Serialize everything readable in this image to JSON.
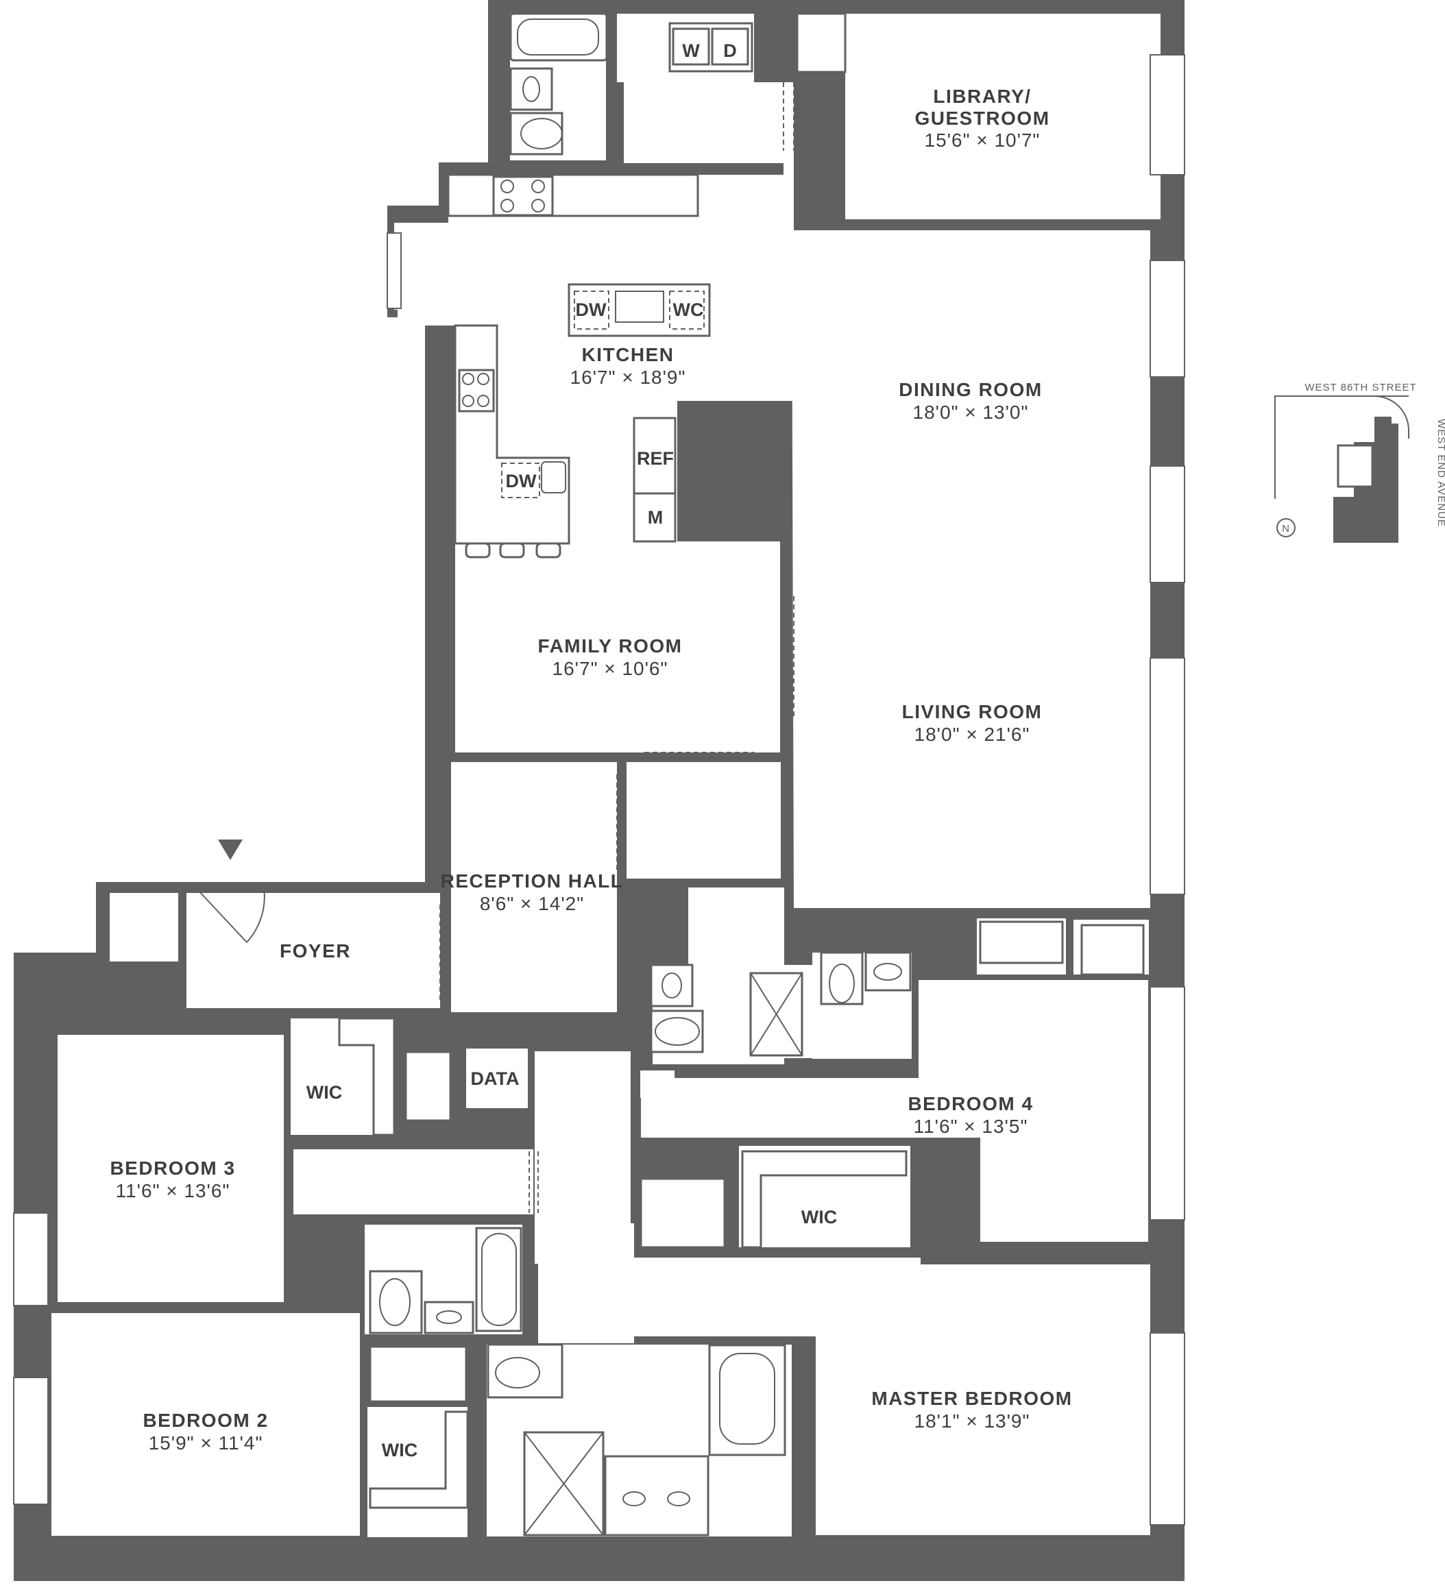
{
  "rooms": [
    {
      "id": "library",
      "name_line1": "LIBRARY/",
      "name_line2": "GUESTROOM",
      "dims": "15'6\" × 10'7\""
    },
    {
      "id": "kitchen",
      "name": "KITCHEN",
      "dims": "16'7\" × 18'9\""
    },
    {
      "id": "dining",
      "name": "DINING ROOM",
      "dims": "18'0\" × 13'0\""
    },
    {
      "id": "family",
      "name": "FAMILY ROOM",
      "dims": "16'7\" × 10'6\""
    },
    {
      "id": "living",
      "name": "LIVING ROOM",
      "dims": "18'0\" × 21'6\""
    },
    {
      "id": "reception",
      "name": "RECEPTION HALL",
      "dims": "8'6\" × 14'2\""
    },
    {
      "id": "foyer",
      "name": "FOYER"
    },
    {
      "id": "bedroom3",
      "name": "BEDROOM 3",
      "dims": "11'6\" × 13'6\""
    },
    {
      "id": "bedroom4",
      "name": "BEDROOM 4",
      "dims": "11'6\" × 13'5\""
    },
    {
      "id": "bedroom2",
      "name": "BEDROOM 2",
      "dims": "15'9\" × 11'4\""
    },
    {
      "id": "master",
      "name": "MASTER BEDROOM",
      "dims": "18'1\" × 13'9\""
    }
  ],
  "fixtures": {
    "washer": "W",
    "dryer": "D",
    "dishwasher": "DW",
    "wine_cooler": "WC",
    "refrigerator": "REF",
    "microwave": "M",
    "data": "DATA",
    "walk_in_closet": "WIC"
  },
  "key_plan": {
    "street": "WEST 86TH STREET",
    "avenue": "WEST END AVENUE",
    "north": "N"
  },
  "colors": {
    "wall": "#5f6062",
    "background": "#ffffff",
    "text": "#3d3e40"
  }
}
